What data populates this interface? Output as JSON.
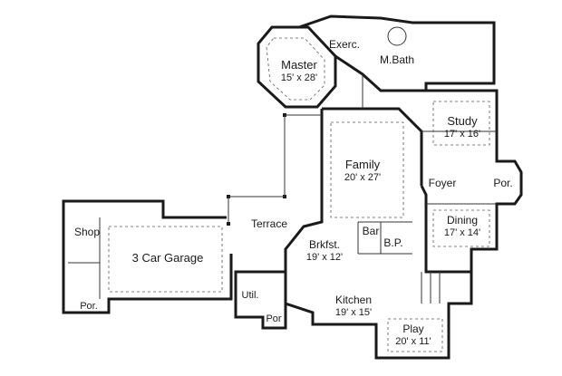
{
  "rooms": {
    "master": {
      "name": "Master",
      "dims": "15' x 28'"
    },
    "exercise": {
      "name": "Exerc."
    },
    "master_bath": {
      "name": "M.Bath"
    },
    "study": {
      "name": "Study",
      "dims": "17' x 16'"
    },
    "family": {
      "name": "Family",
      "dims": "20' x 27'"
    },
    "foyer": {
      "name": "Foyer"
    },
    "porch_front": {
      "name": "Por."
    },
    "terrace": {
      "name": "Terrace"
    },
    "dining": {
      "name": "Dining",
      "dims": "17' x 14'"
    },
    "bar": {
      "name": "Bar"
    },
    "butler_pantry": {
      "name": "B.P."
    },
    "breakfast": {
      "name": "Brkfst.",
      "dims": "19' x 12'"
    },
    "shop": {
      "name": "Shop"
    },
    "garage": {
      "name": "3 Car Garage"
    },
    "porch_garage": {
      "name": "Por."
    },
    "utility": {
      "name": "Util."
    },
    "porch_side": {
      "name": "Por"
    },
    "kitchen": {
      "name": "Kitchen",
      "dims": "19' x 15'"
    },
    "play": {
      "name": "Play",
      "dims": "20' x 11'"
    }
  },
  "colors": {
    "wall": "#1a1a1a",
    "background": "#ffffff"
  }
}
